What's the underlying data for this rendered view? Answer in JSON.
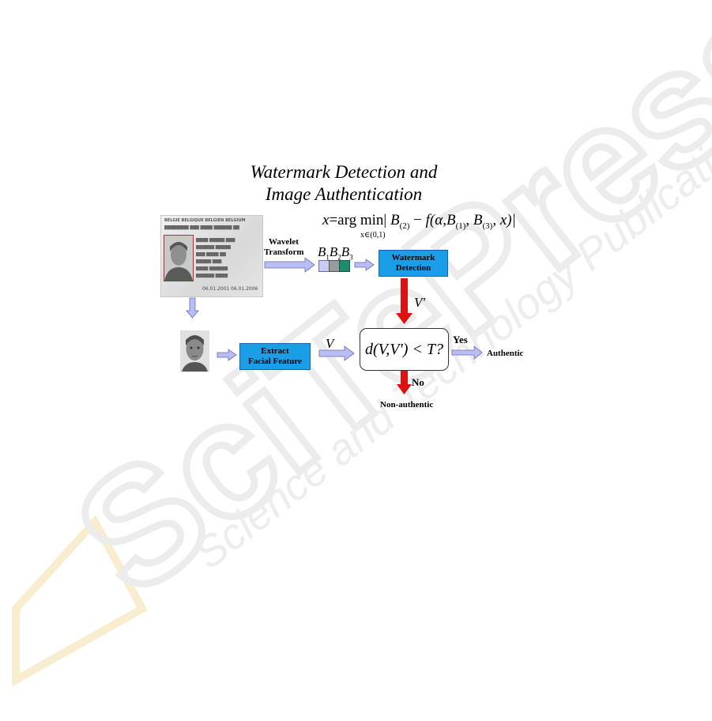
{
  "title": {
    "line1": "Watermark Detection and",
    "line2": "Image Authentication"
  },
  "formula": {
    "lhs": "x",
    "op": "arg min",
    "subscript": "x∈(0,1)",
    "body_b2": "B",
    "body_minus_f": "f(α,",
    "b1": "B",
    "b3": "B",
    "tail": ", x)|"
  },
  "id_card": {
    "header": "BELGIE  BELGIQUE  BELGIEN  BELGIUM",
    "date_left": "06.01.2001",
    "date_right": "06.01.2006"
  },
  "labels": {
    "wavelet_line1": "Wavelet",
    "wavelet_line2": "Transform",
    "b_bands": "B",
    "watermark_detection_line1": "Watermark",
    "watermark_detection_line2": "Detection",
    "extract_line1": "Extract",
    "extract_line2": "Facial Feature",
    "v_prime": "V'",
    "v": "V",
    "decision": "d(V,V') < T?",
    "yes": "Yes",
    "no": "No",
    "authentic": "Authentic",
    "non_authentic": "Non-authentic"
  },
  "watermark_text": {
    "brand": "SciTePress",
    "tagline": "Science and Technology Publications"
  },
  "colors": {
    "process_box": "#1a9ee8",
    "red_arrow": "#dd1111",
    "blue_arrow": "#b8bdf2",
    "band1": "#c9cbf2",
    "band2": "#9a9a9a",
    "band3": "#1e8a6e"
  }
}
